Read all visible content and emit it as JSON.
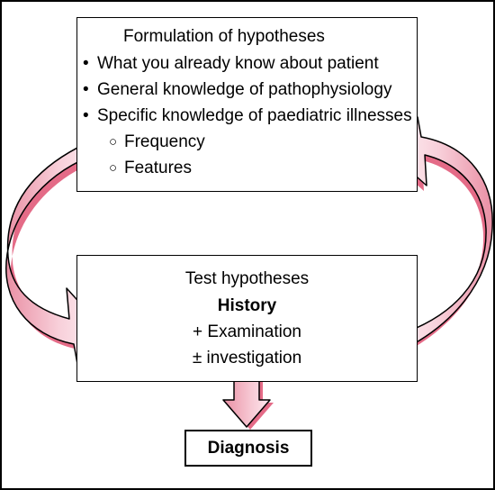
{
  "diagram": {
    "colors": {
      "arrow_fill_light": "#fbe3e9",
      "arrow_fill_dark": "#e98fa4",
      "arrow_shadow": "#e46b87",
      "stroke": "#000000"
    },
    "top_box": {
      "title": "Formulation of hypotheses",
      "bullets": [
        "What you already know about patient",
        "General knowledge of pathophysiology",
        "Specific knowledge of paediatric illnesses"
      ],
      "sub_bullets": [
        "Frequency",
        "Features"
      ],
      "bullet_symbol": "•",
      "sub_bullet_symbol": "○"
    },
    "middle_box": {
      "title": "Test hypotheses",
      "emphasis": "History",
      "line_1": "+ Examination",
      "line_2": "± investigation"
    },
    "result_box": {
      "label": "Diagnosis"
    }
  }
}
